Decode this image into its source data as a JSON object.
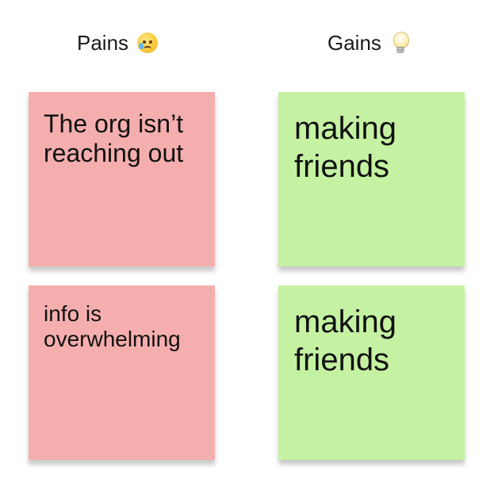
{
  "columns": {
    "pains": {
      "title": "Pains",
      "icon": "sad-face-icon",
      "notes": [
        {
          "text": "The org isn’t reaching out",
          "color": "#f5aeae"
        },
        {
          "text": "info is overwhelming",
          "color": "#f5aeae"
        }
      ]
    },
    "gains": {
      "title": "Gains",
      "icon": "lightbulb-icon",
      "notes": [
        {
          "text": "making friends",
          "color": "#c5f2a2"
        },
        {
          "text": "making friends",
          "color": "#c5f2a2"
        }
      ]
    }
  }
}
